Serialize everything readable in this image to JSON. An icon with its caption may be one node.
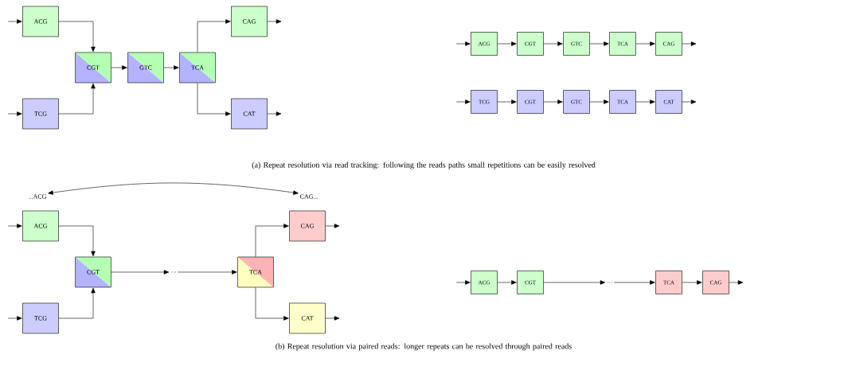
{
  "diagram": {
    "nodes": [
      {
        "text": [
          "ACG"
        ]
      },
      {
        "text": [
          "TCG"
        ]
      },
      {
        "text": [
          "CGT"
        ]
      },
      {
        "text": [
          "GTC"
        ]
      },
      {
        "text": [
          "TCA"
        ]
      },
      {
        "text": [
          "CAG"
        ]
      },
      {
        "text": [
          "CAT"
        ]
      },
      {
        "text": [
          "ACG"
        ]
      },
      {
        "text": [
          "CGT"
        ]
      },
      {
        "text": [
          "GTC"
        ]
      },
      {
        "text": [
          "TCA"
        ]
      },
      {
        "text": [
          "CAG"
        ]
      },
      {
        "text": [
          "TCG"
        ]
      },
      {
        "text": [
          "CGT"
        ]
      },
      {
        "text": [
          "GTC"
        ]
      },
      {
        "text": [
          "TCA"
        ]
      },
      {
        "text": [
          "CAT"
        ]
      },
      {
        "text": [
          "...ACG"
        ]
      },
      {
        "text": [
          "CAG..."
        ]
      },
      {
        "text": [
          "ACG"
        ]
      },
      {
        "text": [
          "TCG"
        ]
      },
      {
        "text": [
          "CGT"
        ]
      },
      {
        "text": [
          "…"
        ]
      },
      {
        "text": [
          "TCA"
        ]
      },
      {
        "text": [
          "CAG"
        ]
      },
      {
        "text": [
          "CAT"
        ]
      },
      {
        "text": [
          "ACG"
        ]
      },
      {
        "text": [
          "CGT"
        ]
      },
      {
        "text": [
          "…"
        ]
      },
      {
        "text": [
          "TCA"
        ]
      },
      {
        "text": [
          "CAG"
        ]
      }
    ],
    "edges": [
      {
        "from": null,
        "to": 0,
        "arrow": "to"
      },
      {
        "from": null,
        "to": 1,
        "arrow": "to"
      },
      {
        "from": 0,
        "to": 2,
        "arrow": "to"
      },
      {
        "from": 1,
        "to": 2,
        "arrow": "to"
      },
      {
        "from": 2,
        "to": 3,
        "arrow": "to"
      },
      {
        "from": 3,
        "to": 4,
        "arrow": "to"
      },
      {
        "from": 4,
        "to": 5,
        "arrow": "to"
      },
      {
        "from": 4,
        "to": 6,
        "arrow": "to"
      },
      {
        "from": 5,
        "to": null,
        "arrow": "to"
      },
      {
        "from": 6,
        "to": null,
        "arrow": "to"
      },
      {
        "from": null,
        "to": 7,
        "arrow": "to"
      },
      {
        "from": 7,
        "to": 8,
        "arrow": "to"
      },
      {
        "from": 8,
        "to": 9,
        "arrow": "to"
      },
      {
        "from": 9,
        "to": 10,
        "arrow": "to"
      },
      {
        "from": 10,
        "to": 11,
        "arrow": "to"
      },
      {
        "from": 11,
        "to": null,
        "arrow": "to"
      },
      {
        "from": null,
        "to": 12,
        "arrow": "to"
      },
      {
        "from": 12,
        "to": 13,
        "arrow": "to"
      },
      {
        "from": 13,
        "to": 14,
        "arrow": "to"
      },
      {
        "from": 14,
        "to": 15,
        "arrow": "to"
      },
      {
        "from": 15,
        "to": 16,
        "arrow": "to"
      },
      {
        "from": 16,
        "to": null,
        "arrow": "to"
      },
      {
        "from": 17,
        "to": 18,
        "arrow": "both"
      },
      {
        "from": null,
        "to": 19,
        "arrow": "to"
      },
      {
        "from": null,
        "to": 20,
        "arrow": "to"
      },
      {
        "from": 19,
        "to": 21,
        "arrow": "to"
      },
      {
        "from": 20,
        "to": 21,
        "arrow": "to"
      },
      {
        "from": 21,
        "to": 22,
        "arrow": "to"
      },
      {
        "from": 22,
        "to": 23,
        "arrow": "to"
      },
      {
        "from": 23,
        "to": 24,
        "arrow": "to"
      },
      {
        "from": 23,
        "to": 25,
        "arrow": "to"
      },
      {
        "from": 24,
        "to": null,
        "arrow": "to"
      },
      {
        "from": 25,
        "to": null,
        "arrow": "to"
      },
      {
        "from": null,
        "to": 26,
        "arrow": "to"
      },
      {
        "from": 26,
        "to": 27,
        "arrow": "to"
      },
      {
        "from": 27,
        "to": 28,
        "arrow": "to"
      },
      {
        "from": 28,
        "to": 29,
        "arrow": "to"
      },
      {
        "from": 29,
        "to": 30,
        "arrow": "to"
      },
      {
        "from": 30,
        "to": null,
        "arrow": "to"
      }
    ],
    "labels": [
      "(a) Repeat resolution via read tracking: following the reads paths small repetitions can be easily resolved",
      "(b) Repeat resolution via paired reads: longer repeats can be resolved through paired reads"
    ]
  }
}
